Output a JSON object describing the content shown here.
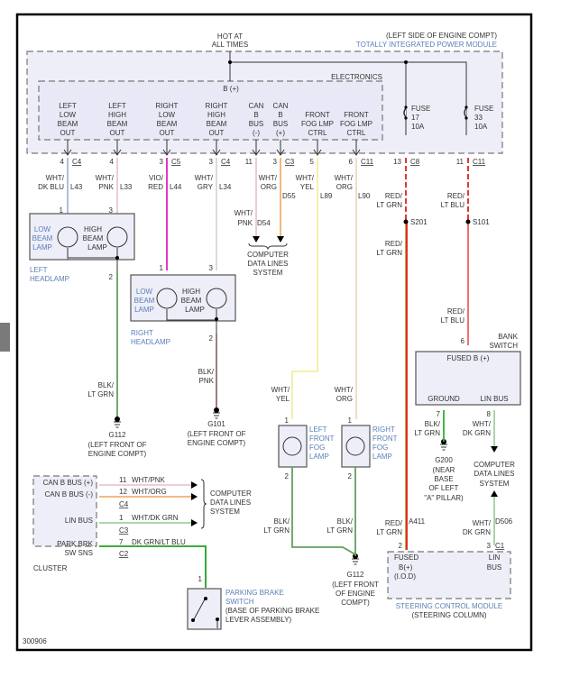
{
  "diagram_id": "300906",
  "tipm": {
    "hot_label_1": "HOT AT",
    "hot_label_2": "ALL TIMES",
    "location": "(LEFT SIDE OF ENGINE COMPT)",
    "name": "TOTALLY INTEGRATED POWER MODULE",
    "electronics_label": "ELECTRONICS",
    "bplus_label": "B (+)",
    "outputs": [
      {
        "lines": [
          "LEFT",
          "LOW",
          "BEAM",
          "OUT"
        ],
        "pin": "4",
        "conn": "C4"
      },
      {
        "lines": [
          "LEFT",
          "HIGH",
          "BEAM",
          "OUT"
        ],
        "pin": "4",
        "conn": ""
      },
      {
        "lines": [
          "RIGHT",
          "LOW",
          "BEAM",
          "OUT"
        ],
        "pin": "3",
        "conn": "C5"
      },
      {
        "lines": [
          "RIGHT",
          "HIGH",
          "BEAM",
          "OUT"
        ],
        "pin": "3",
        "conn": "C4"
      },
      {
        "lines": [
          "CAN",
          "B",
          "BUS",
          "(-)"
        ],
        "pin": "11",
        "conn": ""
      },
      {
        "lines": [
          "CAN",
          "B",
          "BUS",
          "(+)"
        ],
        "pin": "3",
        "conn": "C3"
      },
      {
        "lines": [
          "FRONT",
          "FOG LMP",
          "CTRL"
        ],
        "pin": "5",
        "conn": ""
      },
      {
        "lines": [
          "FRONT",
          "FOG LMP",
          "CTRL"
        ],
        "pin": "6",
        "conn": "C11"
      }
    ],
    "fuses": [
      {
        "label": "FUSE",
        "number": "17",
        "rating": "10A",
        "pin": "13",
        "conn": "C8"
      },
      {
        "label": "FUSE",
        "number": "33",
        "rating": "10A",
        "pin": "11",
        "conn": "C11"
      }
    ]
  },
  "wires": {
    "l43": {
      "color1": "WHT/",
      "color2": "DK BLU",
      "circuit": "L43"
    },
    "l33": {
      "color1": "WHT/",
      "color2": "PNK",
      "circuit": "L33"
    },
    "l44": {
      "color1": "VIO/",
      "color2": "RED",
      "circuit": "L44"
    },
    "l34": {
      "color1": "WHT/",
      "color2": "GRY",
      "circuit": "L34"
    },
    "d54": {
      "color1": "WHT/",
      "color2": "PNK",
      "circuit": "D54"
    },
    "d55": {
      "color1": "WHT/",
      "color2": "ORG",
      "circuit": "D55"
    },
    "l89": {
      "color1": "WHT/",
      "color2": "YEL",
      "circuit": "L89"
    },
    "l90": {
      "color1": "WHT/",
      "color2": "ORG",
      "circuit": "L90"
    },
    "l89b": {
      "color1": "WHT/",
      "color2": "YEL"
    },
    "l90b": {
      "color1": "WHT/",
      "color2": "ORG"
    },
    "fuse17a": {
      "color1": "RED/",
      "color2": "LT GRN"
    },
    "fuse17b": {
      "color1": "RED/",
      "color2": "LT GRN"
    },
    "fuse17c": {
      "color1": "RED/",
      "color2": "LT GRN",
      "circuit": "A411"
    },
    "fuse33a": {
      "color1": "RED/",
      "color2": "LT BLU"
    },
    "fuse33b": {
      "color1": "RED/",
      "color2": "LT BLU"
    },
    "lhgnd": {
      "color1": "BLK/",
      "color2": "LT GRN"
    },
    "rhgnd": {
      "color1": "BLK/",
      "color2": "PNK"
    },
    "lfoggnd": {
      "color1": "BLK/",
      "color2": "LT GRN"
    },
    "rfoggnd": {
      "color1": "BLK/",
      "color2": "LT GRN"
    },
    "bankgnd": {
      "color1": "BLK/",
      "color2": "LT GRN"
    },
    "banklin": {
      "color1": "WHT/",
      "color2": "DK GRN"
    },
    "sclin": {
      "color1": "WHT/",
      "color2": "DK GRN",
      "circuit": "D506"
    }
  },
  "splices": {
    "s201": "S201",
    "s101": "S101"
  },
  "left_headlamp": {
    "low": [
      "LOW",
      "BEAM",
      "LAMP"
    ],
    "high": [
      "HIGH",
      "BEAM",
      "LAMP"
    ],
    "name1": "LEFT",
    "name2": "HEADLAMP",
    "pin_low": "1",
    "pin_high": "3",
    "pin_gnd": "2"
  },
  "right_headlamp": {
    "low": [
      "LOW",
      "BEAM",
      "LAMP"
    ],
    "high": [
      "HIGH",
      "BEAM",
      "LAMP"
    ],
    "name1": "RIGHT",
    "name2": "HEADLAMP",
    "pin_low": "1",
    "pin_high": "3",
    "pin_gnd": "2"
  },
  "left_fog": {
    "lines": [
      "LEFT",
      "FRONT",
      "FOG",
      "LAMP"
    ],
    "pin_in": "1",
    "pin_gnd": "2"
  },
  "right_fog": {
    "lines": [
      "RIGHT",
      "FRONT",
      "FOG",
      "LAMP"
    ],
    "pin_in": "1",
    "pin_gnd": "2"
  },
  "grounds": {
    "g112a": {
      "id": "G112",
      "loc": [
        "(LEFT FRONT OF",
        "ENGINE COMPT)"
      ]
    },
    "g101": {
      "id": "G101",
      "loc": [
        "(LEFT FRONT OF",
        "ENGINE COMPT)"
      ]
    },
    "g112b": {
      "id": "G112",
      "loc": [
        "(LEFT FRONT",
        "OF ENGINE",
        "COMPT)"
      ]
    },
    "g200": {
      "id": "G200",
      "loc": [
        "(NEAR",
        "BASE",
        "OF LEFT",
        "\"A\" PILLAR)"
      ]
    }
  },
  "cdl_system": [
    "COMPUTER",
    "DATA LINES",
    "SYSTEM"
  ],
  "bank_switch": {
    "name1": "BANK",
    "name2": "SWITCH",
    "pin_in": "6",
    "fused": "FUSED B (+)",
    "ground": "GROUND",
    "lin": "LIN BUS",
    "pin_gnd": "7",
    "pin_lin": "8"
  },
  "cluster": {
    "name": "CLUSTER",
    "pins": [
      {
        "label": "CAN B BUS (+)",
        "pin": "11",
        "wire": "WHT/PNK"
      },
      {
        "label": "CAN B BUS (-)",
        "pin": "12",
        "wire": "WHT/ORG",
        "conn": "C4"
      },
      {
        "label": "LIN BUS",
        "pin": "1",
        "wire": "WHT/DK GRN",
        "conn": "C3"
      },
      {
        "label": "PARK BRK",
        "label2": "SW SNS",
        "pin": "7",
        "wire": "DK GRN/LT BLU",
        "conn": "C2"
      }
    ]
  },
  "parking_brake": {
    "lines": [
      "PARKING BRAKE",
      "SWITCH"
    ],
    "loc": [
      "(BASE OF PARKING BRAKE",
      "LEVER ASSEMBLY)"
    ],
    "pin": "1"
  },
  "steering_module": {
    "fused": [
      "FUSED",
      "B(+)",
      "(I.O.D)"
    ],
    "lin": [
      "LIN",
      "BUS"
    ],
    "name": "STEERING CONTROL MODULE",
    "loc": "(STEERING COLUMN)",
    "pin_fused": "2",
    "pin_lin": "3",
    "conn": "C1"
  },
  "colors": {
    "frame": "#000000",
    "module_fill": "#eeeef8",
    "label_blue": "#5a7fb8",
    "wht_dkblu": "#a8b8d8",
    "wht_pnk": "#e8c8d0",
    "vio_red": "#e020c0",
    "wht_gry": "#d8d8d8",
    "wht_org": "#f0b070",
    "wht_yel": "#f0f0a0",
    "red": "#e02020",
    "blk_ltgrn": "#60a060",
    "blk_pnk": "#907070",
    "dkgrn": "#20a020",
    "wht_dkgrn": "#a0d0a0"
  }
}
